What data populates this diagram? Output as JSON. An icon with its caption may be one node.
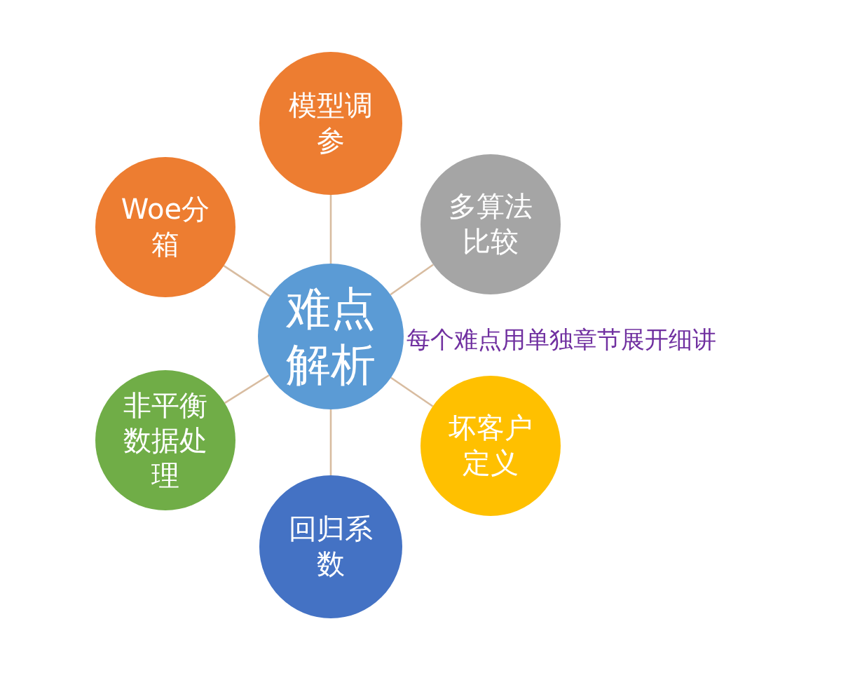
{
  "diagram": {
    "nodes": [
      {
        "text": [
          "难点解析"
        ]
      },
      {
        "text": [
          "模型调参"
        ]
      },
      {
        "text": [
          "Woe分箱"
        ]
      },
      {
        "text": [
          "多算法比较"
        ]
      },
      {
        "text": [
          "非平衡数据处理"
        ]
      },
      {
        "text": [
          "坏客户定义"
        ]
      },
      {
        "text": [
          "回归系数"
        ]
      }
    ],
    "edges": [
      {
        "from": 0,
        "to": 1,
        "arrow": "none"
      },
      {
        "from": 0,
        "to": 2,
        "arrow": "none"
      },
      {
        "from": 0,
        "to": 3,
        "arrow": "none"
      },
      {
        "from": 0,
        "to": 4,
        "arrow": "none"
      },
      {
        "from": 0,
        "to": 5,
        "arrow": "none"
      },
      {
        "from": 0,
        "to": 6,
        "arrow": "none"
      }
    ],
    "labels": [
      "每个难点用单独章节展开细讲"
    ]
  }
}
